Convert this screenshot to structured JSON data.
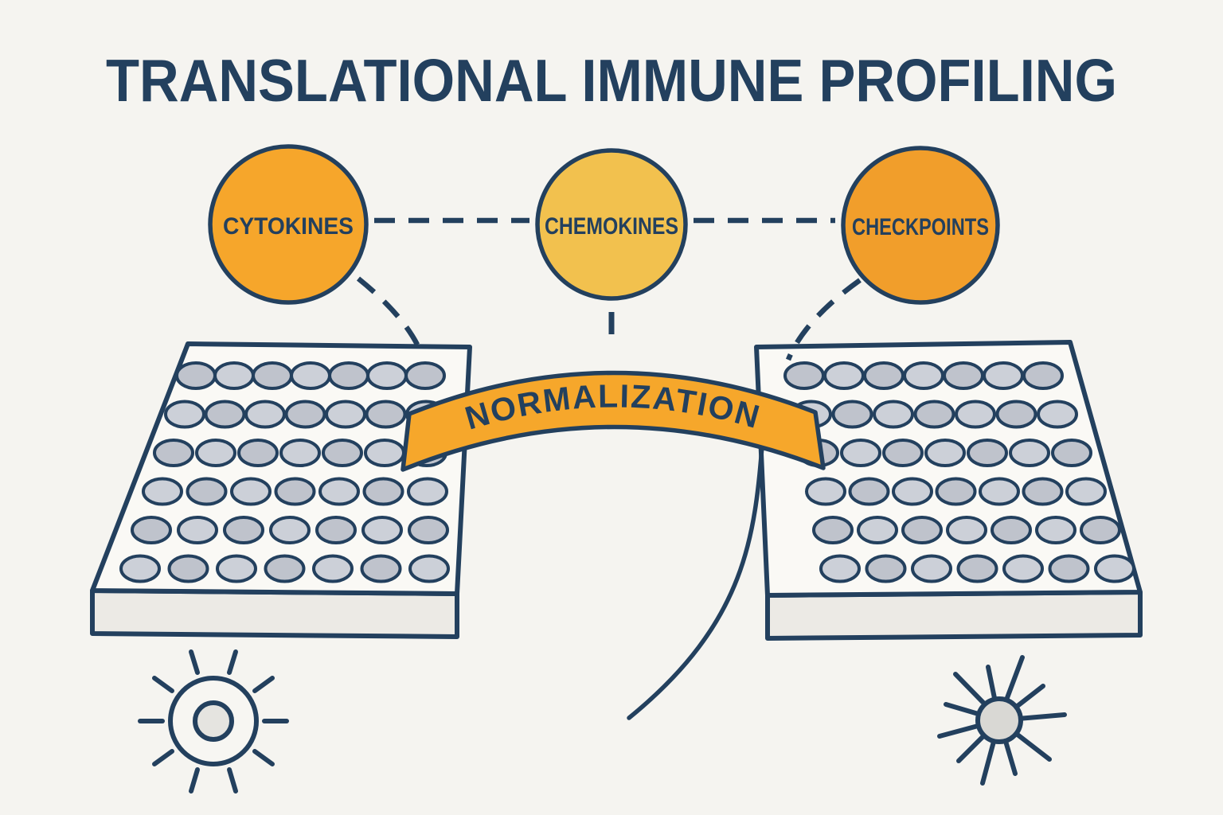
{
  "title": "TRANSLATIONAL IMMUNE PROFILING",
  "nodes": [
    {
      "id": "cytokines",
      "label": "CYTOKINES",
      "fill": "#F6A62B"
    },
    {
      "id": "chemokines",
      "label": "CHEMOKINES",
      "fill": "#F2C14E"
    },
    {
      "id": "checkpoints",
      "label": "CHECKPOINTS",
      "fill": "#F19E2B"
    }
  ],
  "banner": {
    "label": "NORMALIZATION",
    "fill": "#F6A72B"
  },
  "plates": [
    {
      "name": "assay-plate-left",
      "rows": 6,
      "cols": 7
    },
    {
      "name": "assay-plate-right",
      "rows": 6,
      "cols": 7
    }
  ],
  "icons": [
    {
      "name": "round-cell-icon"
    },
    {
      "name": "spiky-cell-icon"
    }
  ],
  "colors": {
    "ink": "#23405E",
    "background": "#F5F4F0",
    "plate_face": "#FAF9F5",
    "plate_side": "#ECEAE5",
    "well_a": "#BFC3CC",
    "well_b": "#CCD0D8"
  }
}
